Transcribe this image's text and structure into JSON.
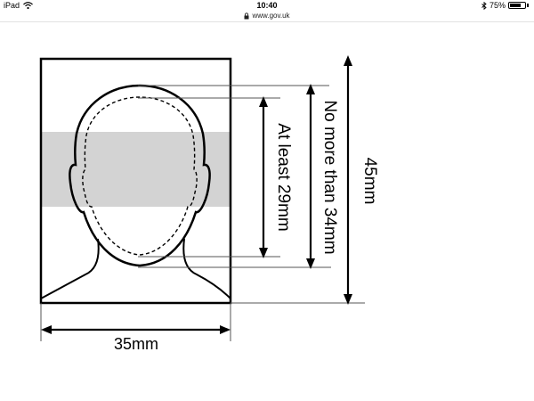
{
  "status_bar": {
    "device": "iPad",
    "time": "10:40",
    "battery_text": "75%",
    "battery_level": 0.75,
    "icons": [
      "wifi-icon",
      "bluetooth-icon",
      "battery-icon"
    ]
  },
  "browser": {
    "url": "www.gov.uk",
    "lock_icon": "lock-icon"
  },
  "diagram": {
    "label_at_least": "At least 29mm",
    "label_no_more": "No more than 34mm",
    "label_height": "45mm",
    "label_width": "35mm",
    "band_color": "#d3d3d3"
  }
}
